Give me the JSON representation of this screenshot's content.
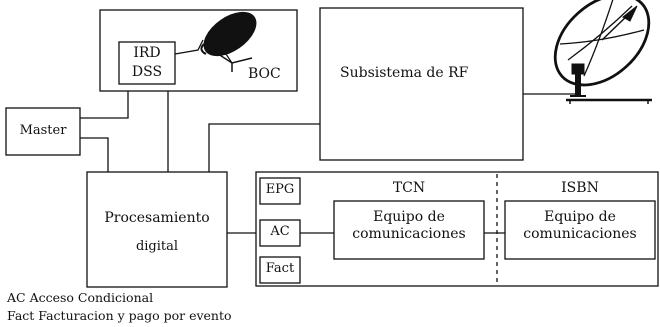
{
  "boc": {
    "label": "BOC",
    "ird_line1": "IRD",
    "ird_line2": "DSS"
  },
  "rf": {
    "label": "Subsistema de RF"
  },
  "master": {
    "label": "Master"
  },
  "processing": {
    "line1": "Procesamiento",
    "line2": "digital"
  },
  "modules": {
    "epg": "EPG",
    "ac": "AC",
    "fact": "Fact"
  },
  "tcn": {
    "title": "TCN",
    "line1": "Equipo de",
    "line2": "comunicaciones"
  },
  "isbn": {
    "title": "ISBN",
    "line1": "Equipo de",
    "line2": "comunicaciones"
  },
  "legend": {
    "ac": "AC Acceso Condicional",
    "fact": "Fact Facturacion y pago por evento"
  },
  "colors": {
    "stroke": "#111111",
    "background": "#ffffff"
  }
}
